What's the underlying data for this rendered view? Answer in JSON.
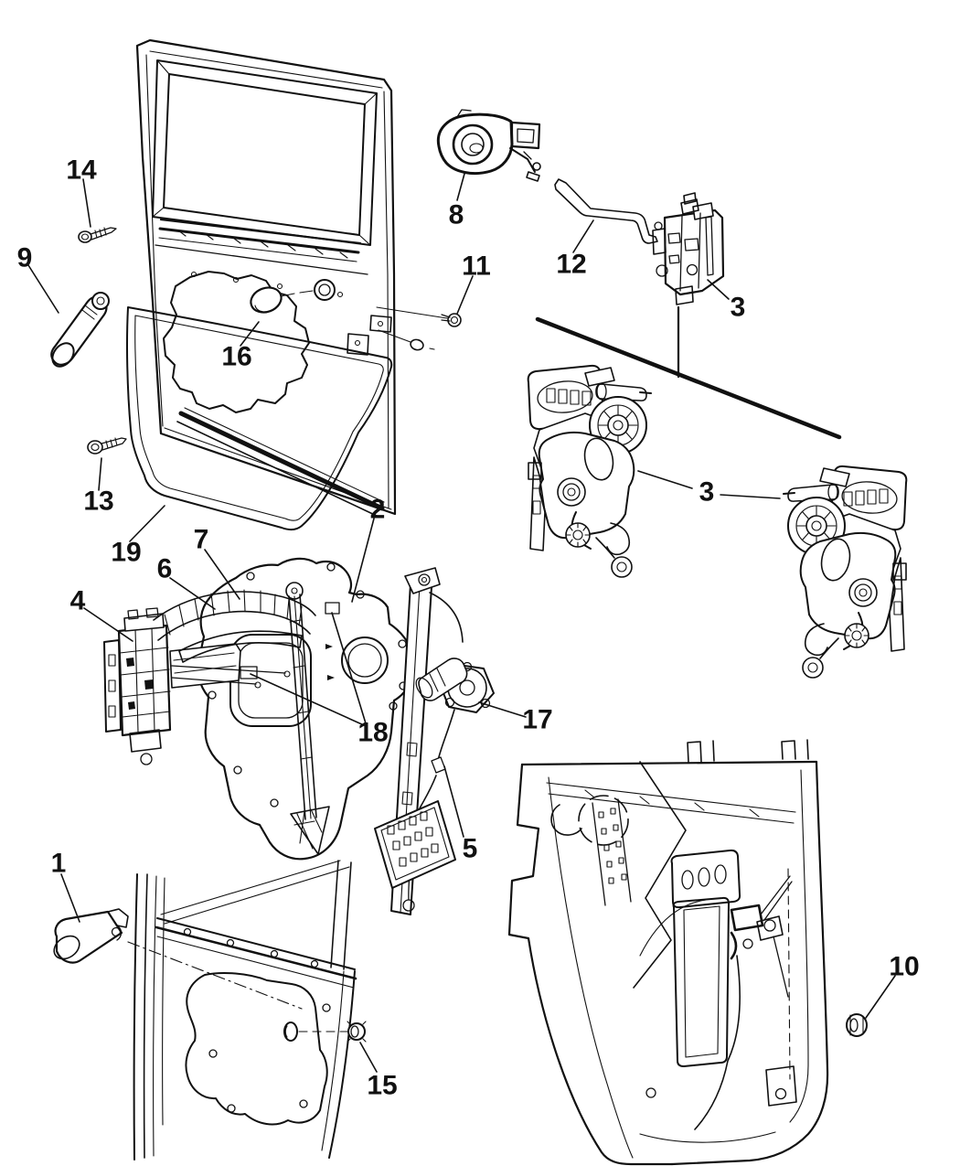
{
  "diagram": {
    "type": "exploded parts line diagram",
    "background_color": "#ffffff",
    "line_color": "#111111",
    "callouts": [
      {
        "label": "1"
      },
      {
        "label": "2"
      },
      {
        "label": "3"
      },
      {
        "label": "3"
      },
      {
        "label": "4"
      },
      {
        "label": "5"
      },
      {
        "label": "6"
      },
      {
        "label": "7"
      },
      {
        "label": "8"
      },
      {
        "label": "9"
      },
      {
        "label": "10"
      },
      {
        "label": "11"
      },
      {
        "label": "12"
      },
      {
        "label": "13"
      },
      {
        "label": "14"
      },
      {
        "label": "15"
      },
      {
        "label": "16"
      },
      {
        "label": "17"
      },
      {
        "label": "18"
      },
      {
        "label": "19"
      }
    ]
  }
}
